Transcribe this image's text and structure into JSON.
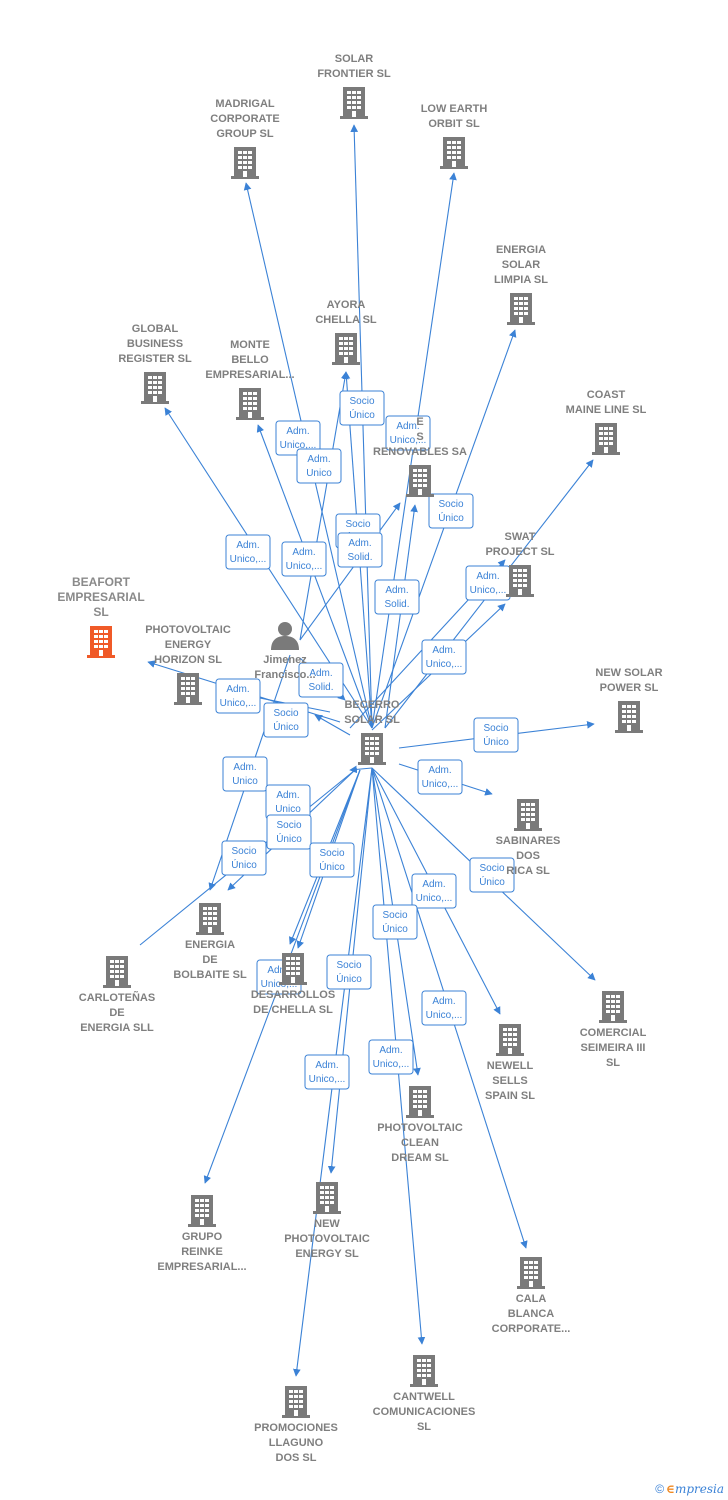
{
  "colors": {
    "edge": "#3b82d6",
    "building": "#7a7a7a",
    "focus": "#f05a28",
    "label": "#7f7f7f"
  },
  "brand": {
    "copyright": "©",
    "e": "∈",
    "name": "mpresia"
  },
  "nodes": [
    {
      "id": "becerro",
      "icon": "building-icon",
      "lines": [
        "BECERRO",
        "SOLAR SL"
      ]
    },
    {
      "id": "beafort",
      "icon": "building-icon",
      "focus": true,
      "lines": [
        "BEAFORT",
        "EMPRESARIAL",
        "SL"
      ]
    },
    {
      "id": "person",
      "icon": "person-icon",
      "lines": [
        "Jimenez",
        "Francisco..."
      ]
    },
    {
      "id": "solar_frontier",
      "icon": "building-icon",
      "lines": [
        "SOLAR",
        "FRONTIER  SL"
      ]
    },
    {
      "id": "madrigal",
      "icon": "building-icon",
      "lines": [
        "MADRIGAL",
        "CORPORATE",
        "GROUP  SL"
      ]
    },
    {
      "id": "low_earth",
      "icon": "building-icon",
      "lines": [
        "LOW EARTH",
        "ORBIT  SL"
      ]
    },
    {
      "id": "energia_limpia",
      "icon": "building-icon",
      "lines": [
        "ENERGIA",
        "SOLAR",
        "LIMPIA  SL"
      ]
    },
    {
      "id": "ayora",
      "icon": "building-icon",
      "lines": [
        "AYORA",
        "CHELLA  SL"
      ]
    },
    {
      "id": "global",
      "icon": "building-icon",
      "lines": [
        "GLOBAL",
        "BUSINESS",
        "REGISTER  SL"
      ]
    },
    {
      "id": "monte",
      "icon": "building-icon",
      "lines": [
        "MONTE",
        "BELLO",
        "EMPRESARIAL..."
      ]
    },
    {
      "id": "coast",
      "icon": "building-icon",
      "lines": [
        "COAST",
        "MAINE LINE  SL"
      ]
    },
    {
      "id": "renovables",
      "icon": "building-icon",
      "lines": [
        "E",
        "S",
        "RENOVABLES SA"
      ]
    },
    {
      "id": "swat",
      "icon": "building-icon",
      "lines": [
        "SWAT",
        "PROJECT  SL"
      ]
    },
    {
      "id": "pv_horizon",
      "icon": "building-icon",
      "lines": [
        "PHOTOVOLTAIC",
        "ENERGY",
        "HORIZON  SL"
      ]
    },
    {
      "id": "new_solar",
      "icon": "building-icon",
      "lines": [
        "NEW SOLAR",
        "POWER  SL"
      ]
    },
    {
      "id": "sabinares",
      "icon": "building-icon",
      "lines": [
        "SABINARES",
        "DOS",
        "RICA  SL"
      ]
    },
    {
      "id": "bolbaite",
      "icon": "building-icon",
      "lines": [
        "ENERGIA",
        "DE",
        "BOLBAITE  SL"
      ]
    },
    {
      "id": "carlotenas",
      "icon": "building-icon",
      "lines": [
        "CARLOTEÑAS",
        "DE",
        "ENERGIA SLL"
      ]
    },
    {
      "id": "desarrollos",
      "icon": "building-icon",
      "lines": [
        "DESARROLLOS",
        "DE CHELLA  SL"
      ]
    },
    {
      "id": "seimeira",
      "icon": "building-icon",
      "lines": [
        "COMERCIAL",
        "SEIMEIRA III",
        "SL"
      ]
    },
    {
      "id": "newell",
      "icon": "building-icon",
      "lines": [
        "NEWELL",
        "SELLS",
        "SPAIN  SL"
      ]
    },
    {
      "id": "pv_clean",
      "icon": "building-icon",
      "lines": [
        "PHOTOVOLTAIC",
        "CLEAN",
        "DREAM  SL"
      ]
    },
    {
      "id": "reinke",
      "icon": "building-icon",
      "lines": [
        "GRUPO",
        "REINKE",
        "EMPRESARIAL..."
      ]
    },
    {
      "id": "new_pv",
      "icon": "building-icon",
      "lines": [
        "NEW",
        "PHOTOVOLTAIC",
        "ENERGY  SL"
      ]
    },
    {
      "id": "cala",
      "icon": "building-icon",
      "lines": [
        "CALA",
        "BLANCA",
        "CORPORATE..."
      ]
    },
    {
      "id": "cantwell",
      "icon": "building-icon",
      "lines": [
        "CANTWELL",
        "COMUNICACIONES",
        "SL"
      ]
    },
    {
      "id": "llaguno",
      "icon": "building-icon",
      "lines": [
        "PROMOCIONES",
        "LLAGUNO",
        "DOS  SL"
      ]
    }
  ],
  "tags": [
    {
      "id": "t1",
      "lines": [
        "Socio",
        "Único"
      ]
    },
    {
      "id": "t2",
      "lines": [
        "Adm.",
        "Unico,..."
      ]
    },
    {
      "id": "t3",
      "lines": [
        "Adm.",
        "Unico,..."
      ]
    },
    {
      "id": "t4",
      "lines": [
        "Adm.",
        "Unico"
      ]
    },
    {
      "id": "t5",
      "lines": [
        "Socio",
        "Único"
      ]
    },
    {
      "id": "t6",
      "lines": [
        "Socio",
        "Único"
      ]
    },
    {
      "id": "t7",
      "lines": [
        "Adm.",
        "Solid."
      ]
    },
    {
      "id": "t8",
      "lines": [
        "Adm.",
        "Unico,..."
      ]
    },
    {
      "id": "t9",
      "lines": [
        "Adm.",
        "Unico,..."
      ]
    },
    {
      "id": "t10",
      "lines": [
        "Adm.",
        "Solid."
      ]
    },
    {
      "id": "t11",
      "lines": [
        "Adm.",
        "Unico,..."
      ]
    },
    {
      "id": "t12",
      "lines": [
        "Adm.",
        "Unico,..."
      ]
    },
    {
      "id": "t13",
      "lines": [
        "Adm.",
        "Solid."
      ]
    },
    {
      "id": "t14",
      "lines": [
        "Adm.",
        "Unico,..."
      ]
    },
    {
      "id": "t15",
      "lines": [
        "Socio",
        "Único"
      ]
    },
    {
      "id": "t16",
      "lines": [
        "Socio",
        "Único"
      ]
    },
    {
      "id": "t17",
      "lines": [
        "Adm.",
        "Unico"
      ]
    },
    {
      "id": "t18",
      "lines": [
        "Adm.",
        "Unico,..."
      ]
    },
    {
      "id": "t19",
      "lines": [
        "Adm.",
        "Unico"
      ]
    },
    {
      "id": "t20",
      "lines": [
        "Socio",
        "Único"
      ]
    },
    {
      "id": "t21",
      "lines": [
        "Socio",
        "Único"
      ]
    },
    {
      "id": "t22",
      "lines": [
        "Socio",
        "Único"
      ]
    },
    {
      "id": "t23",
      "lines": [
        "Socio",
        "Único"
      ]
    },
    {
      "id": "t24",
      "lines": [
        "Adm.",
        "Unico,..."
      ]
    },
    {
      "id": "t25",
      "lines": [
        "Socio",
        "Único"
      ]
    },
    {
      "id": "t26",
      "lines": [
        "Adm.",
        "Unico,..."
      ]
    },
    {
      "id": "t27",
      "lines": [
        "Socio",
        "Único"
      ]
    },
    {
      "id": "t28",
      "lines": [
        "Adm.",
        "Unico,..."
      ]
    },
    {
      "id": "t29",
      "lines": [
        "Adm.",
        "Unico,..."
      ]
    },
    {
      "id": "t30",
      "lines": [
        "Adm.",
        "Unico,..."
      ]
    },
    {
      "id": "t31",
      "lines": [
        "Adm.",
        "Unico,..."
      ]
    }
  ]
}
